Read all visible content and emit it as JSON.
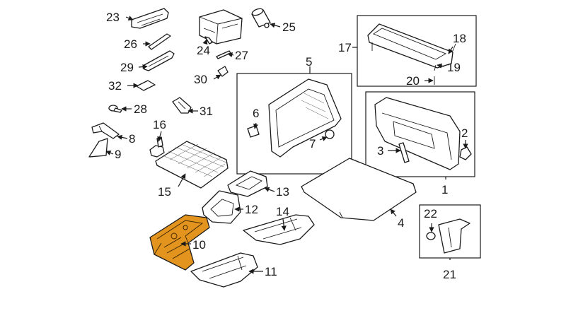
{
  "accent_color": "#e3941f",
  "callouts": {
    "c1": "1",
    "c2": "2",
    "c3": "3",
    "c4": "4",
    "c5": "5",
    "c6": "6",
    "c7": "7",
    "c8": "8",
    "c9": "9",
    "c10": "10",
    "c11": "11",
    "c12": "12",
    "c13": "13",
    "c14": "14",
    "c15": "15",
    "c16": "16",
    "c17": "17",
    "c18": "18",
    "c19": "19",
    "c20": "20",
    "c21": "21",
    "c22": "22",
    "c23": "23",
    "c24": "24",
    "c25": "25",
    "c26": "26",
    "c27": "27",
    "c28": "28",
    "c29": "29",
    "c30": "30",
    "c31": "31",
    "c32": "32"
  },
  "highlighted_part": "10"
}
